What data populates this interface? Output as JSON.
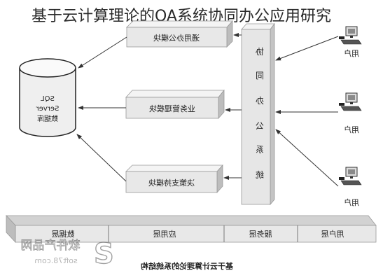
{
  "title": "基于云计算理论的OA系统协同办公应用研究",
  "modules": [
    {
      "label": "通用办公模块"
    },
    {
      "label": "业务管理模块"
    },
    {
      "label": "决策支持模块"
    }
  ],
  "platform_label": "协同办公系统",
  "database_label": [
    "SQL",
    "Server",
    "数据库"
  ],
  "users": [
    {
      "label": "用户"
    },
    {
      "label": "用户"
    },
    {
      "label": "用户"
    }
  ],
  "layers": [
    {
      "label": "数据层"
    },
    {
      "label": "应用层"
    },
    {
      "label": "服务层"
    },
    {
      "label": "用户层"
    }
  ],
  "caption": "基于云计算理论的系统结构",
  "watermark": {
    "brand": "软件产品网",
    "url": "soft78.com",
    "logo_letter": "S"
  },
  "icons": {
    "user": "computer-terminal-icon",
    "database": "database-cylinder-icon"
  },
  "colors": {
    "box_front": "#e8e8e8",
    "box_side": "#bdbdbd",
    "box_top": "#f4f4f4",
    "line": "#333333"
  }
}
